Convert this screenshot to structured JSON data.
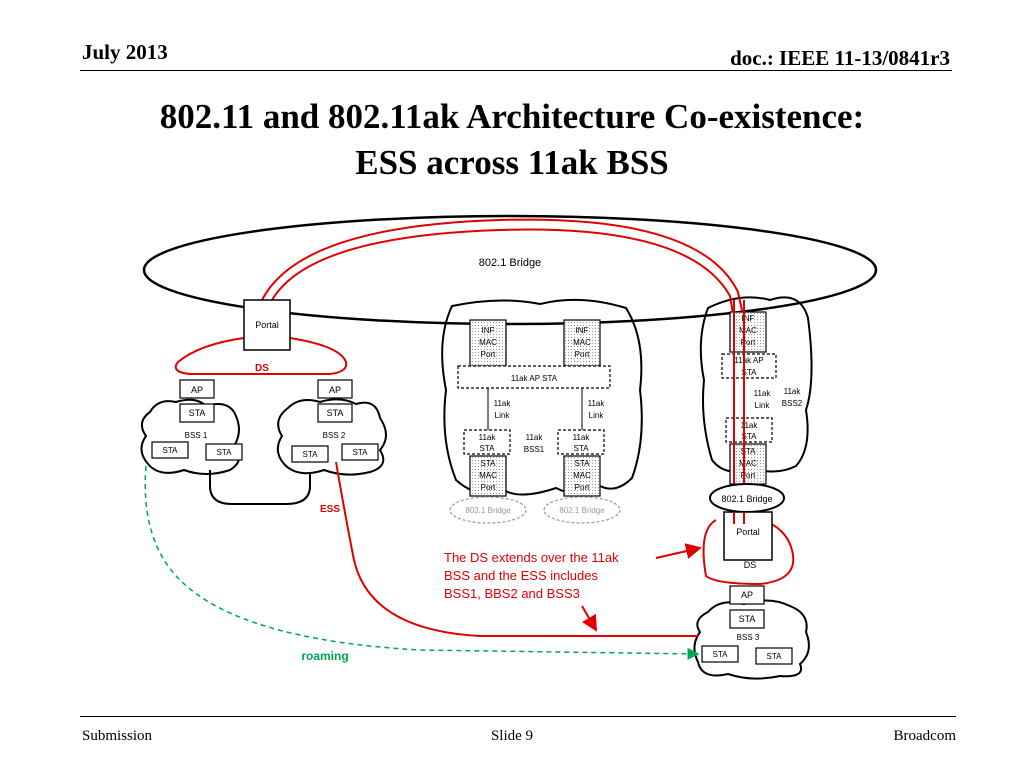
{
  "header": {
    "date": "July 2013",
    "doc_id": "doc.: IEEE 11-13/0841r3"
  },
  "title": {
    "line1": "802.11 and 802.11ak Architecture Co-existence:",
    "line2": "ESS across 11ak BSS"
  },
  "diagram": {
    "top_bridge": "802.1 Bridge",
    "portal": "Portal",
    "ds": "DS",
    "ess": "ESS",
    "roaming": "roaming",
    "ap": "AP",
    "sta": "STA",
    "bss1": "BSS 1",
    "bss2": "BSS 2",
    "bss3": "BSS 3",
    "inf": "INF",
    "mac": "MAC",
    "port": "Port",
    "sta_mac_sta": "STA",
    "ap_sta_label": "11ak AP STA",
    "ak_line1": "11ak",
    "link": "Link",
    "ak_bss1": "BSS1",
    "ak_bss2": "BSS2",
    "ap_line1": "11ak AP",
    "small_bridge": "802.1 Bridge",
    "right_bridge": "802.1 Bridge",
    "callout": [
      "The DS extends over the 11ak",
      "BSS  and the ESS includes",
      "BSS1, BBS2 and BSS3"
    ]
  },
  "footer": {
    "left": "Submission",
    "center": "Slide 9",
    "right": "Broadcom"
  },
  "colors": {
    "red": "#e00000",
    "green": "#00a651",
    "gray": "#9a9a9a"
  }
}
